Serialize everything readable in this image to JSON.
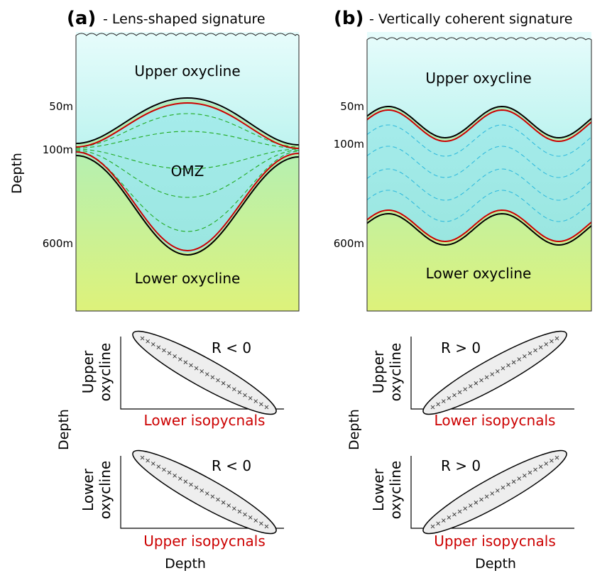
{
  "panels": [
    {
      "letter": "(a)",
      "title": "- Lens-shaped signature",
      "upper": "Upper oxycline",
      "lower": "Lower oxycline",
      "core": "OMZ",
      "depth_ticks": [
        "50m",
        "100m",
        "600m"
      ],
      "scatter": [
        {
          "ylabel_1": "Upper",
          "ylabel_2": "oxycline",
          "xlabel": "Lower isopycnals",
          "corr": "R < 0"
        },
        {
          "ylabel_1": "Lower",
          "ylabel_2": "oxycline",
          "xlabel": "Upper isopycnals",
          "corr": "R < 0"
        }
      ],
      "bottom_label": "Depth"
    },
    {
      "letter": "(b)",
      "title": "- Vertically coherent signature",
      "upper": "Upper oxycline",
      "lower": "Lower oxycline",
      "core": "",
      "depth_ticks": [
        "50m",
        "100m",
        "600m"
      ],
      "scatter": [
        {
          "ylabel_1": "Upper",
          "ylabel_2": "oxycline",
          "xlabel": "Lower isopycnals",
          "corr": "R > 0"
        },
        {
          "ylabel_1": "Lower",
          "ylabel_2": "oxycline",
          "xlabel": "Upper isopycnals",
          "corr": "R > 0"
        }
      ],
      "bottom_label": "Depth"
    }
  ],
  "left_axis_label": "Depth",
  "colors": {
    "top_water": "#e6fcfc",
    "omz": "#a6ecec",
    "bottom_water": "#d8f27a",
    "isopycnal": "#cc0000",
    "lens_dash": "#22aa22",
    "coherent_dash": "#33bbdd"
  }
}
